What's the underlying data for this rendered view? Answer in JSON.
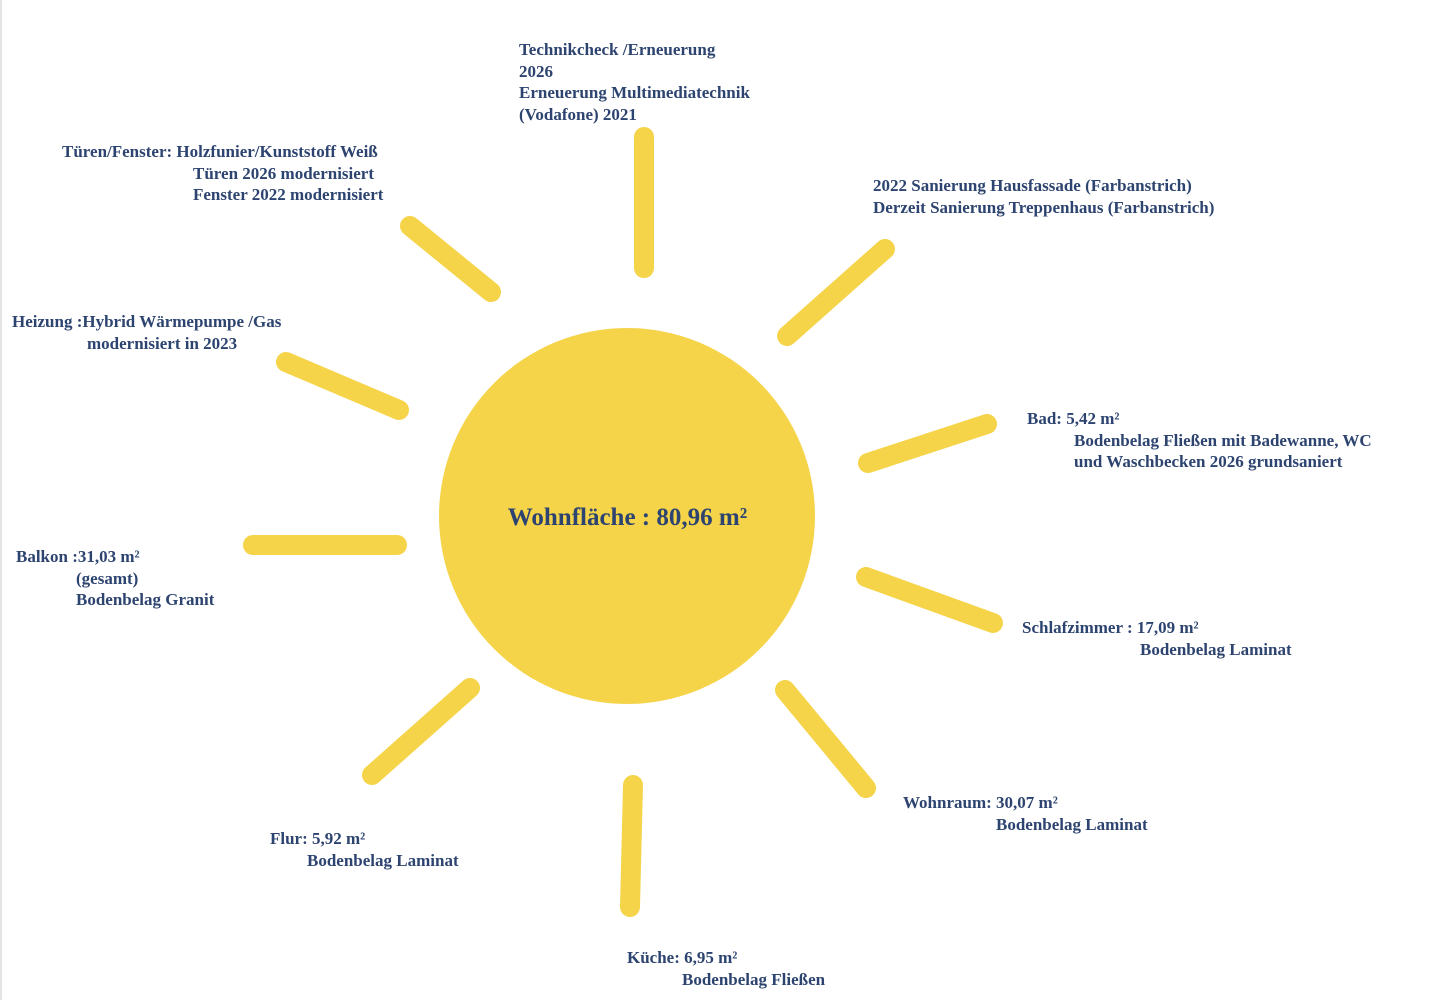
{
  "colors": {
    "sun": "#f5d44a",
    "text": "#2d4470"
  },
  "center": {
    "label": "Wohnfläche : 80,96 m²"
  },
  "rays": [
    {
      "id": "technik",
      "lines": [
        "Technikcheck /Erneuerung",
        "2026",
        "Erneuerung Multimediatechnik",
        "(Vodafone) 2021"
      ]
    },
    {
      "id": "fassade",
      "lines": [
        "2022 Sanierung Hausfassade (Farbanstrich)",
        "Derzeit Sanierung Treppenhaus (Farbanstrich)"
      ]
    },
    {
      "id": "bad",
      "lines": [
        "Bad: 5,42 m²",
        "Bodenbelag Fließen mit Badewanne, WC",
        "und Waschbecken 2026 grundsaniert"
      ]
    },
    {
      "id": "schlafzimmer",
      "lines": [
        "Schlafzimmer : 17,09 m²",
        "Bodenbelag Laminat"
      ]
    },
    {
      "id": "wohnraum",
      "lines": [
        "Wohnraum: 30,07 m²",
        "Bodenbelag Laminat"
      ]
    },
    {
      "id": "kueche",
      "lines": [
        "Küche: 6,95 m²",
        "Bodenbelag Fließen"
      ]
    },
    {
      "id": "flur",
      "lines": [
        "Flur: 5,92 m²",
        "Bodenbelag Laminat"
      ]
    },
    {
      "id": "balkon",
      "lines": [
        "Balkon :31,03 m²",
        "(gesamt)",
        "Bodenbelag Granit"
      ]
    },
    {
      "id": "heizung",
      "lines": [
        "Heizung :Hybrid Wärmepumpe /Gas",
        "modernisiert in 2023"
      ]
    },
    {
      "id": "tueren",
      "lines": [
        "Türen/Fenster: Holzfunier/Kunststoff Weiß",
        "Türen 2026 modernisiert",
        "Fenster 2022 modernisiert"
      ]
    }
  ]
}
